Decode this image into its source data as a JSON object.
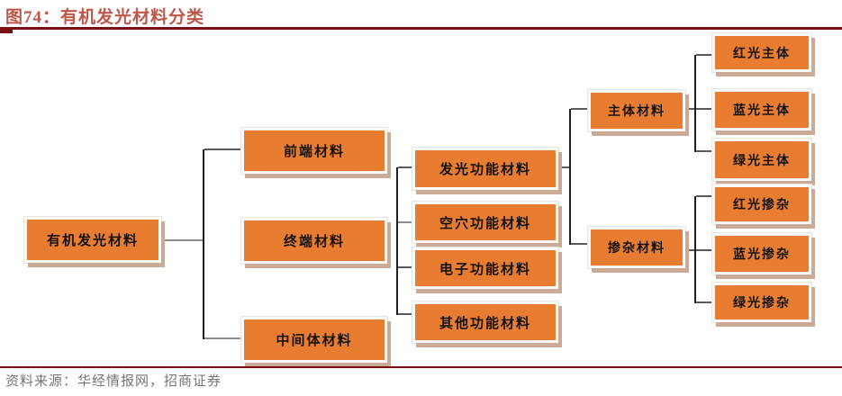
{
  "header": {
    "title": "图74：有机发光材料分类"
  },
  "footer": {
    "source": "资料来源：华经情报网，招商证券"
  },
  "colors": {
    "node_fill": "#E87D31",
    "node_shadow": "#CBAB97",
    "title_text": "#BE5749",
    "rule": "#7A1013",
    "source_text": "#757575",
    "connector": "#5A5A5A"
  },
  "nodes": {
    "root": "有机发光材料",
    "front_end": "前端材料",
    "terminal": "终端材料",
    "intermediate": "中间体材料",
    "emitting": "发光功能材料",
    "hole": "空穴功能材料",
    "electron": "电子功能材料",
    "other": "其他功能材料",
    "host": "主体材料",
    "dopant": "掺杂材料",
    "red_host": "红光主体",
    "blue_host": "蓝光主体",
    "green_host": "绿光主体",
    "red_dopant": "红光掺杂",
    "blue_dopant": "蓝光掺杂",
    "green_dopant": "绿光掺杂"
  },
  "tree_structure": {
    "root": "有机发光材料",
    "children": [
      {
        "label": "前端材料"
      },
      {
        "label": "终端材料",
        "children": [
          {
            "label": "发光功能材料",
            "children": [
              {
                "label": "主体材料",
                "children": [
                  "红光主体",
                  "蓝光主体",
                  "绿光主体"
                ]
              },
              {
                "label": "掺杂材料",
                "children": [
                  "红光掺杂",
                  "蓝光掺杂",
                  "绿光掺杂"
                ]
              }
            ]
          },
          {
            "label": "空穴功能材料"
          },
          {
            "label": "电子功能材料"
          },
          {
            "label": "其他功能材料"
          }
        ]
      },
      {
        "label": "中间体材料"
      }
    ]
  }
}
